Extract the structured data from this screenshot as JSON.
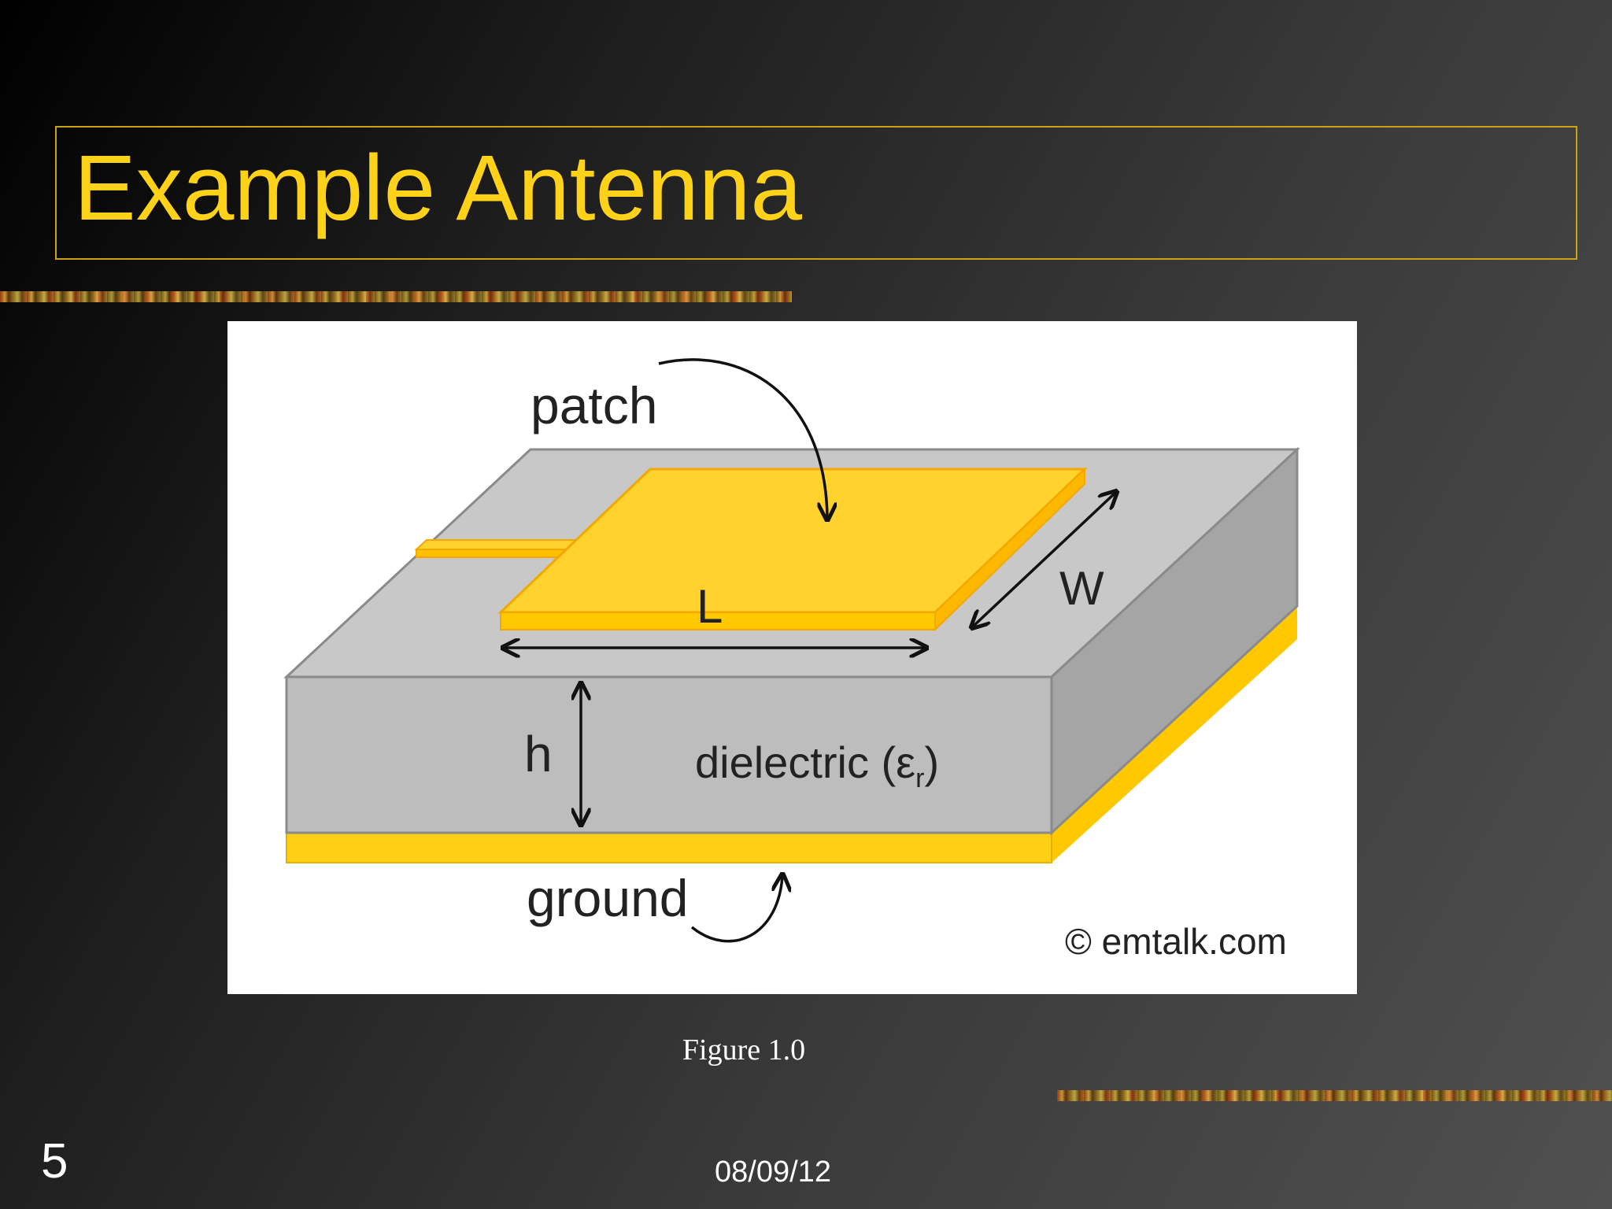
{
  "slide": {
    "title": "Example Antenna",
    "caption": "Figure 1.0",
    "number": "5",
    "date": "08/09/12"
  },
  "figure": {
    "labels": {
      "patch": "patch",
      "length": "L",
      "width": "W",
      "height": "h",
      "dielectric": "dielectric (ε",
      "dielectric_sub": "r",
      "dielectric_close": ")",
      "ground": "ground",
      "credit": "© emtalk.com"
    },
    "colors": {
      "patch": "#ffd22e",
      "patch_edge": "#f2a800",
      "dielectric_top": "#c8c8c8",
      "dielectric_front": "#bdbdbd",
      "dielectric_side": "#a5a5a5",
      "ground": "#ffcf16"
    }
  },
  "theme": {
    "title_color": "#ffd21a",
    "text_color": "#ffffff"
  }
}
